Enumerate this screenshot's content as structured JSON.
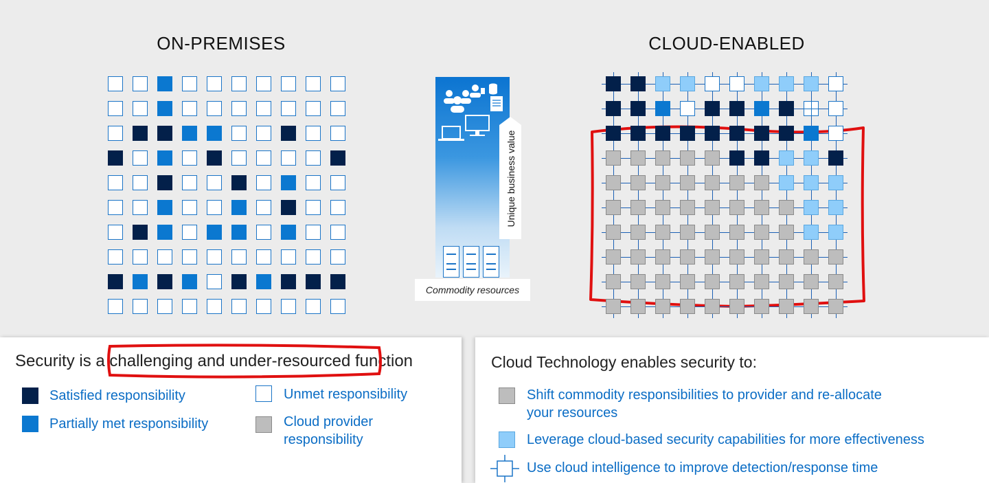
{
  "headings": {
    "on_premises": "ON-PREMISES",
    "cloud_enabled": "CLOUD-ENABLED"
  },
  "on_premises_grid": [
    [
      0,
      0,
      2,
      0,
      0,
      0,
      0,
      0,
      0,
      0
    ],
    [
      0,
      0,
      2,
      0,
      0,
      0,
      0,
      0,
      0,
      0
    ],
    [
      0,
      1,
      1,
      2,
      2,
      0,
      0,
      1,
      0,
      0
    ],
    [
      1,
      0,
      2,
      0,
      1,
      0,
      0,
      0,
      0,
      1
    ],
    [
      0,
      0,
      1,
      0,
      0,
      1,
      0,
      2,
      0,
      0
    ],
    [
      0,
      0,
      2,
      0,
      0,
      2,
      0,
      1,
      0,
      0
    ],
    [
      0,
      1,
      2,
      0,
      2,
      2,
      0,
      2,
      0,
      0
    ],
    [
      0,
      0,
      0,
      0,
      0,
      0,
      0,
      0,
      0,
      0
    ],
    [
      1,
      2,
      1,
      2,
      0,
      1,
      2,
      1,
      1,
      1
    ],
    [
      0,
      0,
      0,
      0,
      0,
      0,
      0,
      0,
      0,
      0
    ]
  ],
  "cloud_grid": [
    [
      1,
      1,
      4,
      4,
      5,
      5,
      4,
      4,
      4,
      5
    ],
    [
      1,
      1,
      2,
      5,
      1,
      1,
      2,
      1,
      6,
      5
    ],
    [
      1,
      1,
      1,
      1,
      1,
      1,
      1,
      1,
      2,
      5
    ],
    [
      3,
      3,
      3,
      3,
      3,
      1,
      1,
      4,
      4,
      1
    ],
    [
      3,
      3,
      3,
      3,
      3,
      3,
      3,
      4,
      4,
      4
    ],
    [
      3,
      3,
      3,
      3,
      3,
      3,
      3,
      3,
      4,
      4
    ],
    [
      3,
      3,
      3,
      3,
      3,
      3,
      3,
      3,
      4,
      4
    ],
    [
      3,
      3,
      3,
      3,
      3,
      3,
      3,
      3,
      3,
      3
    ],
    [
      3,
      3,
      3,
      3,
      3,
      3,
      3,
      3,
      3,
      3
    ],
    [
      3,
      3,
      3,
      3,
      3,
      3,
      3,
      3,
      3,
      3
    ]
  ],
  "center": {
    "value_label": "Unique business value",
    "commodity_label": "Commodity resources"
  },
  "left_panel": {
    "title_pre": "Security is a ",
    "title_highlight": "challenging and under-resourced",
    "title_post": " function",
    "legend": [
      {
        "label": "Satisfied responsibility",
        "color": "#03204a"
      },
      {
        "label": "Partially met responsibility",
        "color": "#0b78d0"
      },
      {
        "label": "Unmet responsibility",
        "color": "#ffffff"
      },
      {
        "label": "Cloud provider responsibility",
        "line1": "Cloud provider",
        "line2": "responsibility",
        "color": "#bdbdbd"
      }
    ]
  },
  "right_panel": {
    "title": "Cloud Technology enables security to:",
    "items": [
      {
        "line1": "Shift commodity responsibilities to provider and re-allocate",
        "line2": "your resources",
        "color": "#bdbdbd"
      },
      {
        "line1": "Leverage cloud-based security capabilities for more effectiveness",
        "color": "#8fcdfa"
      },
      {
        "line1": "Use cloud intelligence to improve detection/response time"
      }
    ]
  },
  "colors": {
    "satisfied": "#03204a",
    "partial": "#0b78d0",
    "unmet_border": "#1a74c7",
    "cloud_provider": "#bdbdbd",
    "cloud_capability": "#8fcdfa",
    "annotation": "#e01010"
  }
}
